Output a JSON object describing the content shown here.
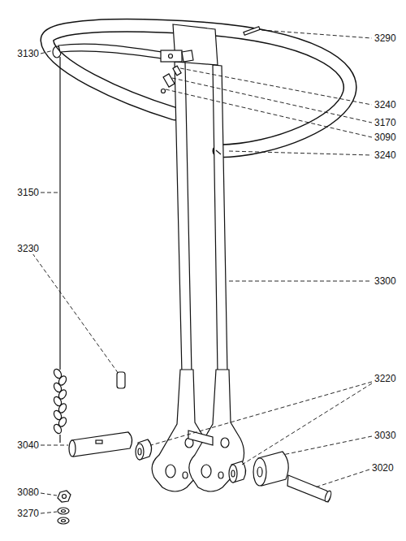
{
  "diagram": {
    "labels": [
      "3290",
      "3130",
      "3240",
      "3170",
      "3090",
      "3240",
      "3150",
      "3230",
      "3300",
      "3220",
      "3040",
      "3030",
      "3020",
      "3080",
      "3270"
    ]
  }
}
